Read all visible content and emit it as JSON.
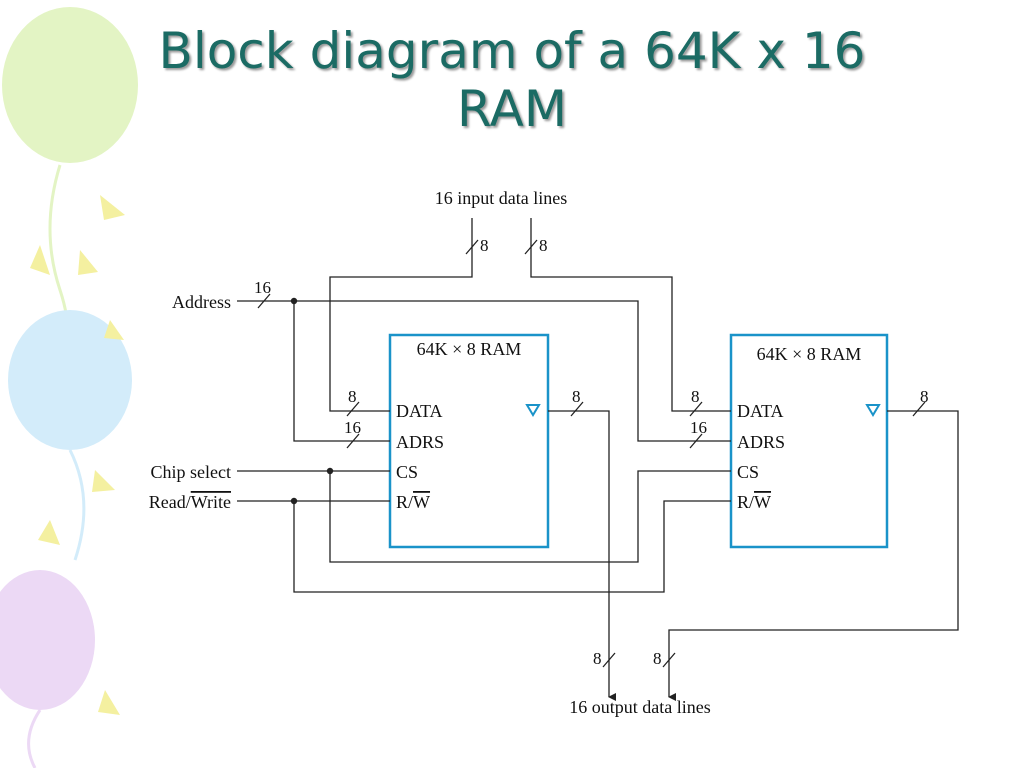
{
  "slide": {
    "title_line1": "Block diagram of a 64K x 16",
    "title_line2": "RAM"
  },
  "diagram": {
    "input_lines_label": "16 input data lines",
    "output_lines_label": "16 output data lines",
    "address_label": "Address",
    "chip_select_label": "Chip select",
    "read_write_label_read": "Read/",
    "read_write_label_write": "Write",
    "bus_width_16": "16",
    "bus_width_8": "8",
    "ram_chips": [
      {
        "title": "64K × 8 RAM",
        "port_data": "DATA",
        "port_adrs": "ADRS",
        "port_cs": "CS",
        "port_rw_r": "R/",
        "port_rw_w": "W"
      },
      {
        "title": "64K × 8 RAM",
        "port_data": "DATA",
        "port_adrs": "ADRS",
        "port_cs": "CS",
        "port_rw_r": "R/",
        "port_rw_w": "W"
      }
    ]
  },
  "colors": {
    "title": "#1b6b64",
    "ram_border": "#1a93c9",
    "balloon_green": "#e3f4c4",
    "balloon_blue": "#d3ecfa",
    "balloon_purple": "#ecd9f5",
    "confetti_yellow": "#f4f0a0"
  }
}
